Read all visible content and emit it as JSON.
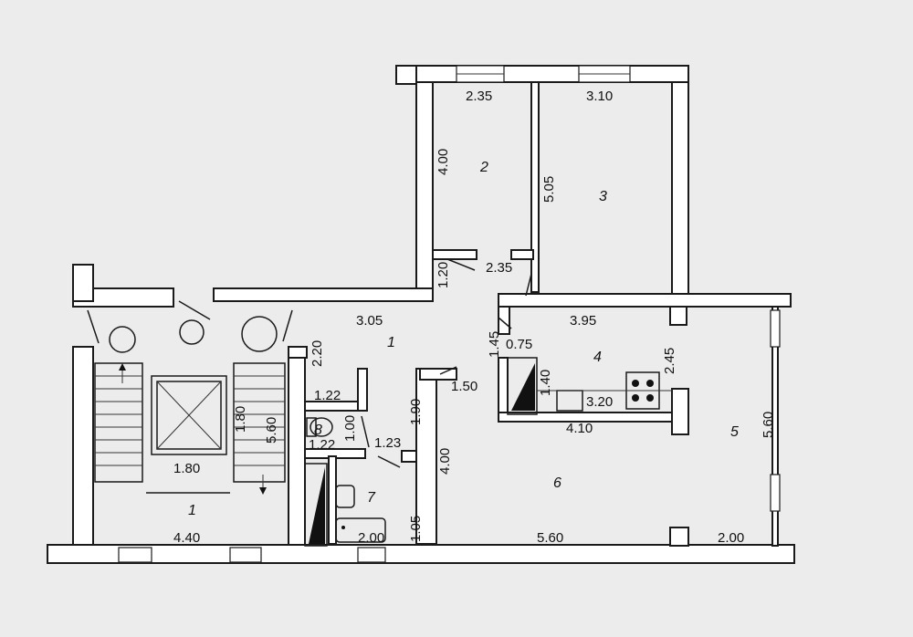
{
  "floorplan": {
    "rooms": [
      {
        "id": "stair-hall",
        "number": "1"
      },
      {
        "id": "corridor",
        "number": "1"
      },
      {
        "id": "room-2",
        "number": "2"
      },
      {
        "id": "room-3",
        "number": "3"
      },
      {
        "id": "kitchen",
        "number": "4"
      },
      {
        "id": "loggia",
        "number": "5"
      },
      {
        "id": "room-6",
        "number": "6"
      },
      {
        "id": "bathroom",
        "number": "7"
      },
      {
        "id": "toilet",
        "number": "8"
      }
    ],
    "dimensions": {
      "r2_width": "2.35",
      "r2_length": "4.00",
      "r2_bottom": "2.35",
      "r3_width": "3.10",
      "r3_length": "5.05",
      "corridor_top": "3.05",
      "corridor_neck": "1.20",
      "corridor_left": "2.20",
      "d145": "1.45",
      "d075": "0.75",
      "d140": "1.40",
      "kitchen_top": "3.95",
      "kitchen_side": "2.45",
      "kitchen_counter": "3.20",
      "kitchen_bottom": "4.10",
      "d150": "1.50",
      "d190": "1.90",
      "r6_height": "4.00",
      "r6_width": "5.60",
      "loggia_length": "5.60",
      "loggia_width": "2.00",
      "bath_width": "2.00",
      "bath_height": "1.05",
      "toilet_w_top": "1.22",
      "toilet_w_bottom": "1.22",
      "toilet_h": "1.00",
      "d123": "1.23",
      "stair_depth": "1.80",
      "stair_height": "5.60",
      "elevator_w": "1.80",
      "stair_total": "4.40"
    }
  }
}
